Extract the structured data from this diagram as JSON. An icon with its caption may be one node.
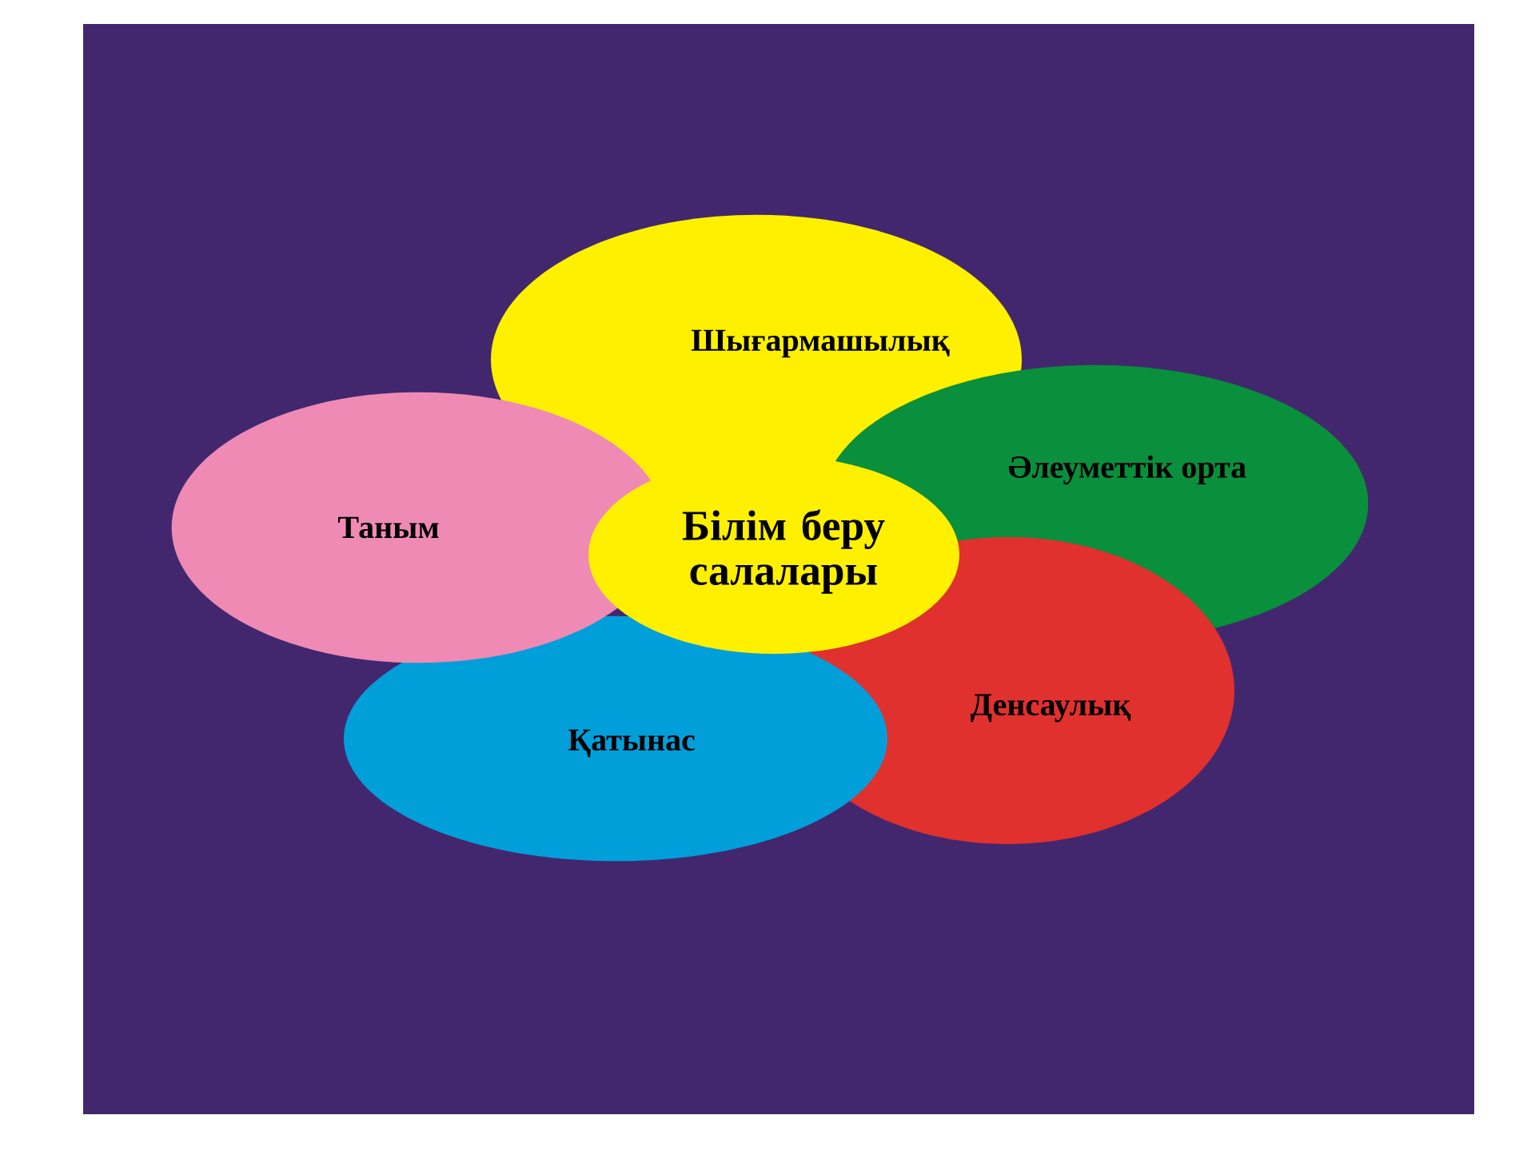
{
  "diagram": {
    "nodes": [
      {
        "text": [
          "Білім беру салалары"
        ]
      },
      {
        "text": [
          "Шығармашылық"
        ]
      },
      {
        "text": [
          "Әлеуметтік орта"
        ]
      },
      {
        "text": [
          "Денсаулық"
        ]
      },
      {
        "text": [
          "Қатынас"
        ]
      },
      {
        "text": [
          "Таным"
        ]
      }
    ]
  }
}
